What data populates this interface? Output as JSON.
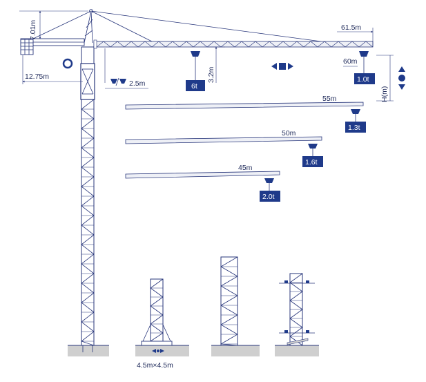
{
  "colors": {
    "line": "#27357a",
    "box": "#1f3a8a",
    "ground": "#cfcfcf",
    "boom": "#e9ecf4"
  },
  "labels": {
    "counter_height": "7.01m",
    "counter_length": "12.75m",
    "max_radius": "61.5m",
    "hook_drop": "3.2m",
    "trolley_speed": "2.5m",
    "height": "H(m)",
    "base_size": "4.5m×4.5m"
  },
  "capacities": [
    {
      "radius": "60m",
      "load": "1.0t"
    },
    {
      "radius": "55m",
      "load": "1.3t"
    },
    {
      "radius": "50m",
      "load": "1.6t"
    },
    {
      "radius": "45m",
      "load": "2.0t"
    }
  ],
  "max_load": "6t",
  "icons": [
    "trolley-icon",
    "slew-arrows-icon",
    "hoist-arrows-icon",
    "ring-icon"
  ]
}
